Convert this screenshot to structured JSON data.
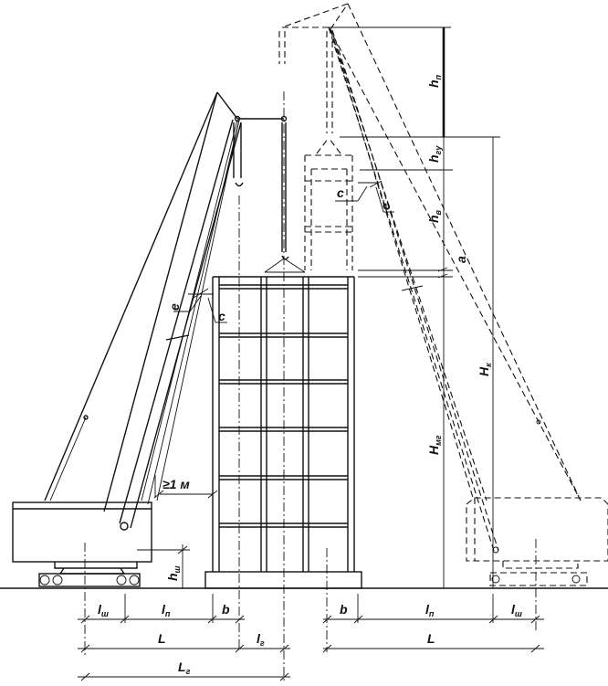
{
  "labels": {
    "h_p": {
      "main": "h",
      "sub": "п"
    },
    "h_gu": {
      "main": "h",
      "sub": "гу"
    },
    "h_v": {
      "main": "h",
      "sub": "в"
    },
    "a": {
      "main": "a",
      "sub": ""
    },
    "H_k": {
      "main": "H",
      "sub": "к"
    },
    "H_mg": {
      "main": "H",
      "sub": "мг"
    },
    "h_sh": {
      "main": "h",
      "sub": "ш"
    },
    "c_top": {
      "main": "c",
      "sub": ""
    },
    "e_top": {
      "main": "e",
      "sub": ""
    },
    "c_left": {
      "main": "c",
      "sub": ""
    },
    "e_left": {
      "main": "e",
      "sub": ""
    },
    "min_gap": {
      "main": "≥1 м",
      "sub": ""
    },
    "l_sh_left": {
      "main": "l",
      "sub": "ш"
    },
    "l_p_left": {
      "main": "l",
      "sub": "п"
    },
    "b_left": {
      "main": "b",
      "sub": ""
    },
    "b_right": {
      "main": "b",
      "sub": ""
    },
    "l_p_right": {
      "main": "l",
      "sub": "п"
    },
    "l_sh_right": {
      "main": "l",
      "sub": "ш"
    },
    "L_left": {
      "main": "L",
      "sub": ""
    },
    "l_g": {
      "main": "l",
      "sub": "г"
    },
    "L_right": {
      "main": "L",
      "sub": ""
    },
    "L_g": {
      "main": "L",
      "sub": "г"
    }
  }
}
